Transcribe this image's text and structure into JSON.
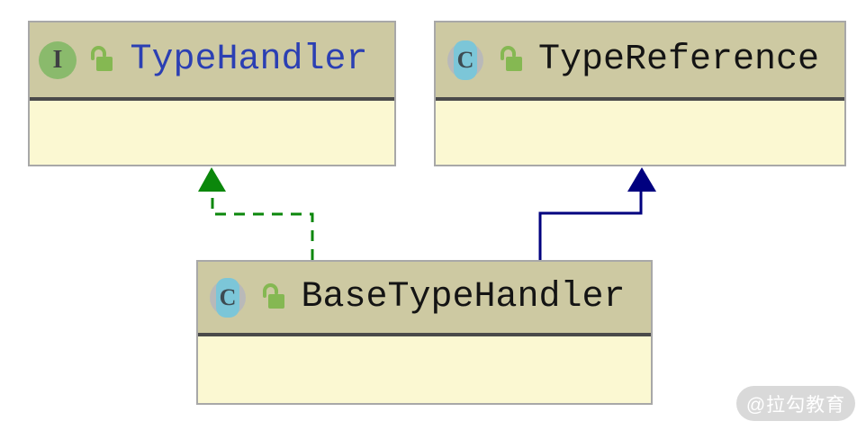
{
  "diagram": {
    "nodes": [
      {
        "name": "TypeHandler",
        "kind": "interface",
        "icon": "interface-icon",
        "icon_letter": "I",
        "visibility_icon": "unlocked-icon"
      },
      {
        "name": "TypeReference",
        "kind": "class",
        "icon": "class-icon",
        "icon_letter": "C",
        "visibility_icon": "unlocked-icon"
      },
      {
        "name": "BaseTypeHandler",
        "kind": "class",
        "icon": "class-icon",
        "icon_letter": "C",
        "visibility_icon": "unlocked-icon"
      }
    ],
    "edges": [
      {
        "from": "BaseTypeHandler",
        "to": "TypeHandler",
        "relation": "implements",
        "line_style": "dashed",
        "color": "#0b870b"
      },
      {
        "from": "BaseTypeHandler",
        "to": "TypeReference",
        "relation": "extends",
        "line_style": "solid",
        "color": "#00007f"
      }
    ]
  },
  "watermark": {
    "text": "@拉勾教育"
  },
  "colors": {
    "node_header_bg": "#cdc9a2",
    "node_body_bg": "#fbf8d2",
    "node_border": "#a8a8a8",
    "divider": "#4a4a4a",
    "interface_title": "#2b3fb3",
    "class_title": "#141414",
    "interface_icon_bg": "#8aba6c",
    "class_icon_bg": "#7cc6d8",
    "class_icon_ring": "#b9b9b9",
    "lock_icon": "#85b852",
    "implements_edge": "#0b870b",
    "extends_edge": "#00007f",
    "watermark_bg": "#d9d9d9",
    "watermark_text": "#ffffff"
  }
}
